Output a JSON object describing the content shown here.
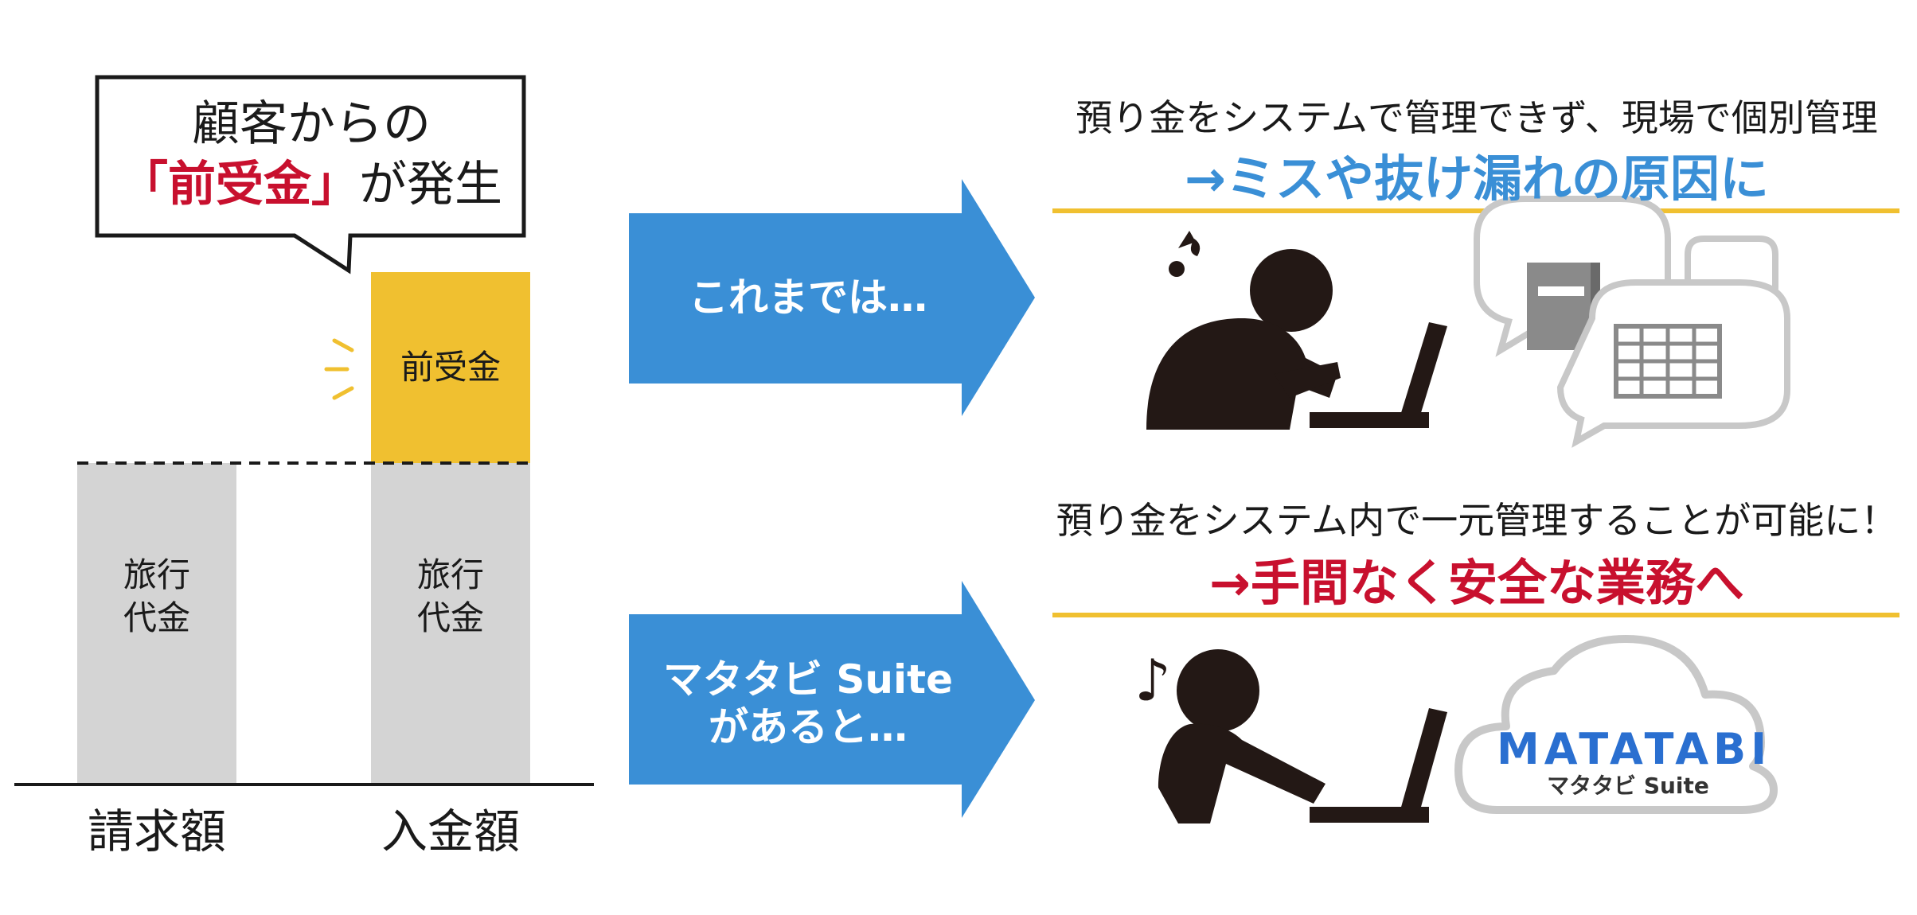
{
  "callout": {
    "line1": "顧客からの",
    "line2_highlight": "「前受金」",
    "line2_rest": "が発生"
  },
  "bars": {
    "advance_label": "前受金",
    "travel_left": "旅行\n代金",
    "travel_right": "旅行\n代金"
  },
  "axis": {
    "left_label": "請求額",
    "right_label": "入金額"
  },
  "arrows": {
    "top_text": "これまでは…",
    "bottom_line1": "マタタビ Suite",
    "bottom_line2": "があると…"
  },
  "before": {
    "headline": "預り金をシステムで管理できず、現場で個別管理",
    "result": "→ミスや抜け漏れの原因に"
  },
  "after": {
    "headline": "預り金をシステム内で一元管理することが可能に！",
    "result": "→手間なく安全な業務へ"
  },
  "logo": {
    "main": "MATATABI",
    "sub": "マタタビ Suite"
  },
  "colors": {
    "accent_blue": "#3a8fd6",
    "accent_red": "#c8102e",
    "advance_yellow": "#f0c030",
    "bar_gray": "#d4d4d4",
    "divider_yellow": "#f0c030",
    "figure_dark": "#231815"
  }
}
